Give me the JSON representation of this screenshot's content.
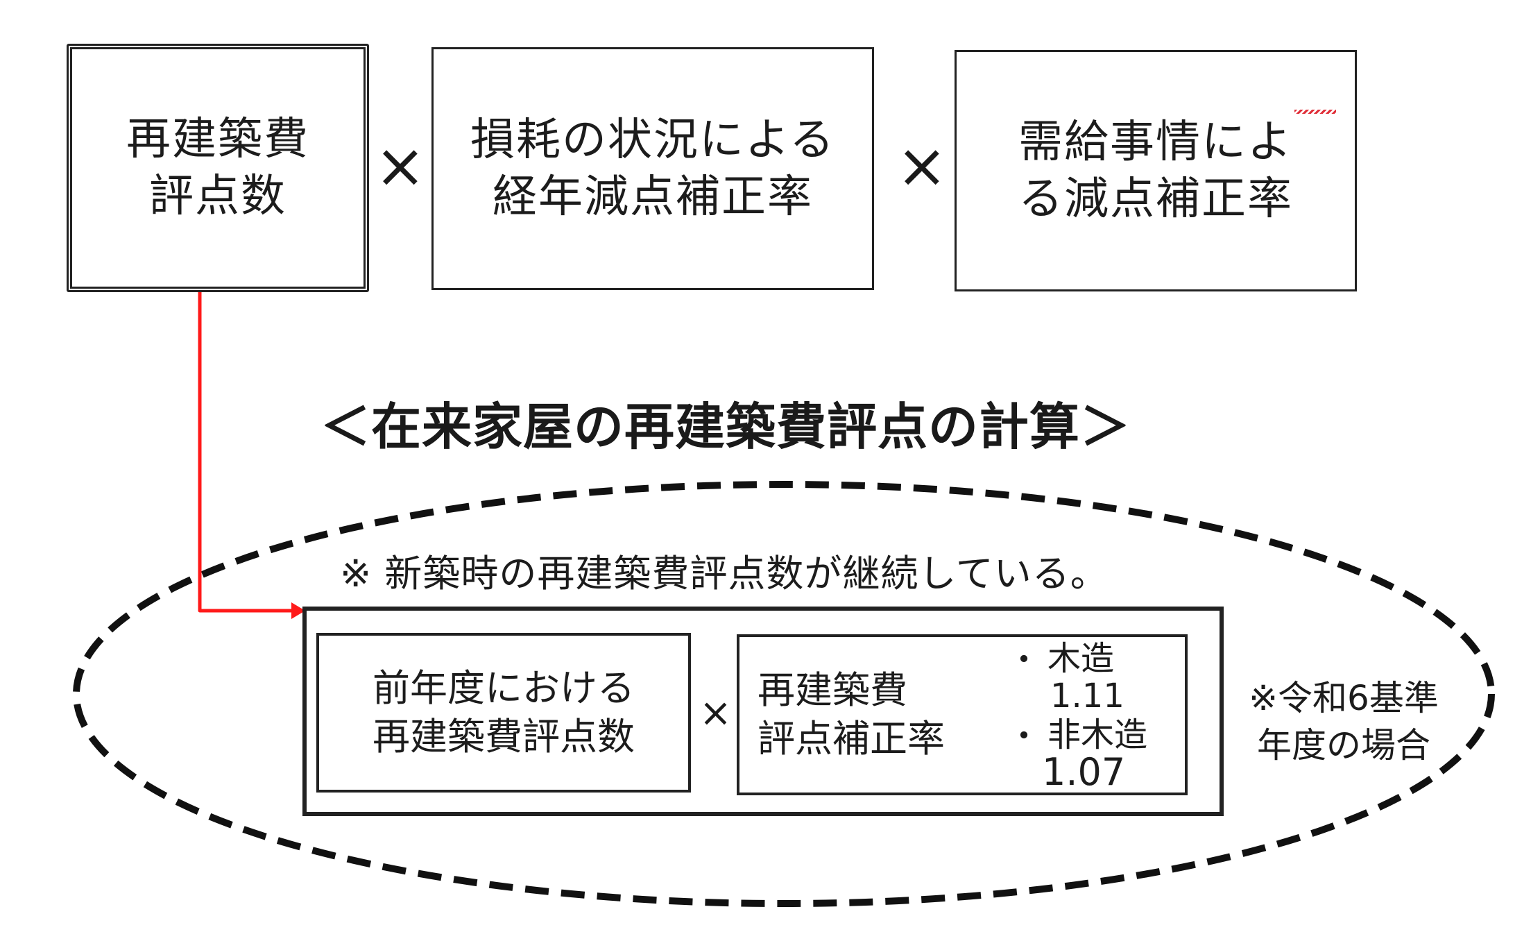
{
  "formula": {
    "box1": "再建築費\n評点数",
    "operator1": "×",
    "box2": "損耗の状況による\n経年減点補正率",
    "operator2": "×",
    "box3": "需給事情によ\nる減点補正率"
  },
  "section_title": "＜在来家屋の再建築費評点の計算＞",
  "note_continuation": "※ 新築時の再建築費評点数が継続している。",
  "calculation": {
    "left_box": "前年度における\n再建築費評点数",
    "operator": "×",
    "right_box_label": "再建築費\n評点補正率",
    "rates": [
      {
        "bullet": "・",
        "type": "木造",
        "value": "1.11"
      },
      {
        "bullet": "・",
        "type": "非木造",
        "value": "1.07"
      }
    ]
  },
  "side_note": "※令和6基準\n年度の場合",
  "colors": {
    "arrow": "#ff1a1a",
    "line": "#222222",
    "spellcheck": "#e0303a"
  }
}
